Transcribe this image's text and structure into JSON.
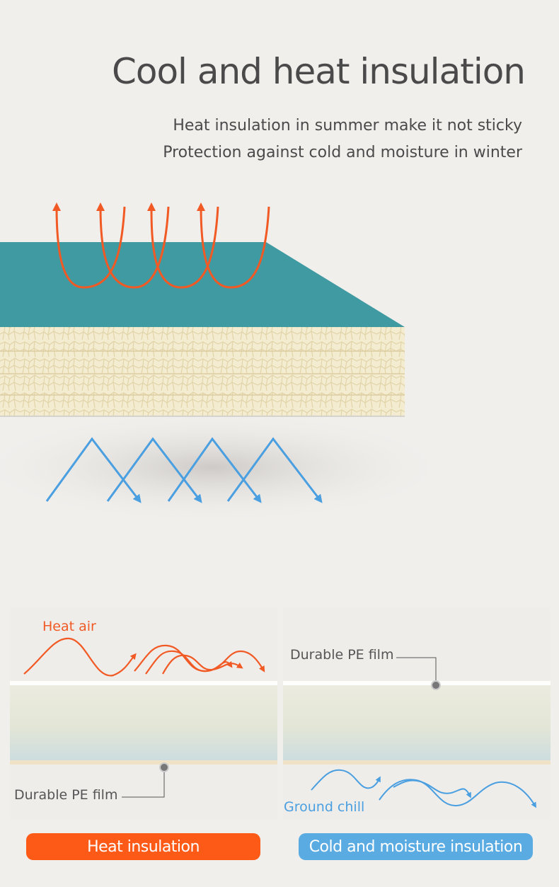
{
  "header": {
    "title": "Cool and heat insulation",
    "line1": "Heat insulation in summer make it not sticky",
    "line2": "Protection against cold and moisture in winter"
  },
  "left_panel": {
    "heat_label": "Heat air",
    "film_label": "Durable PE film",
    "button_label": "Heat insulation"
  },
  "right_panel": {
    "film_label": "Durable PE film",
    "chill_label": "Ground chill",
    "button_label": "Cold and moisture insulation"
  },
  "colors": {
    "heat": "#f15a24",
    "cold": "#4a9fe0",
    "teal": "#3f9aa2",
    "foam": "#f3eccf",
    "button_heat": "#fd5a18",
    "button_cold": "#5aabe2"
  }
}
